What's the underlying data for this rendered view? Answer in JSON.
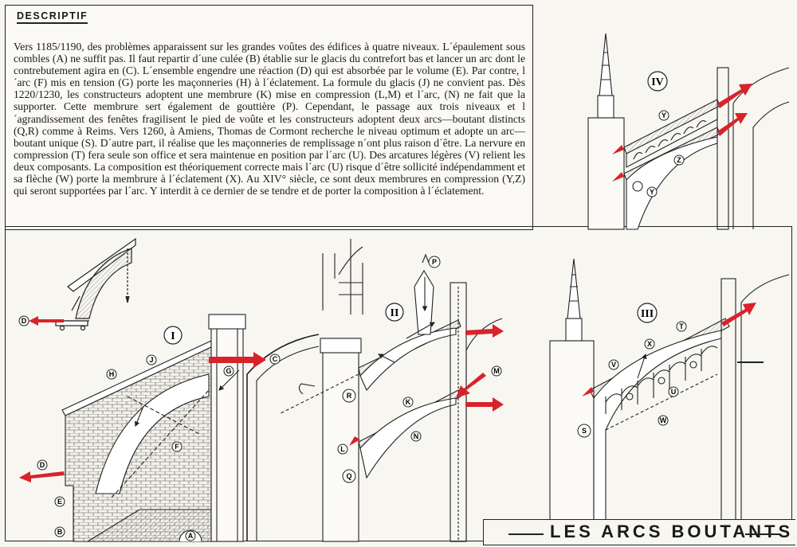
{
  "descriptif": {
    "title": "DESCRIPTIF",
    "text": "Vers 1185/1190, des problèmes apparaissent sur les  grandes voûtes des édifices à quatre niveaux. L´épaulement sous combles (A) ne suffit pas. Il faut repartir d´une culée (B) établie sur le glacis du contrefort bas et lancer un arc dont le contrebutement agira en (C). L´ensemble engendre une réaction (D) qui est absorbée par le volume (E). Par contre, l´arc (F) mis en tension (G) porte les maçonneries (H) à l´éclatement. La formule du glacis (J) ne convient pas. Dès 1220/1230, les constructeurs adoptent une membrure (K) mise en compression (L,M) et l´arc, (N) ne fait que la supporter. Cette membrure sert également de gouttière (P). Cependant, le passage aux trois niveaux et l´agrandissement des fenêtes fragilisent le pied de voûte et les constructeurs adoptent deux arcs—boutant distincts (Q,R) comme à Reims. Vers 1260, à Amiens, Thomas de Cormont recherche le niveau optimum et adopte un arc—boutant unique (S). D´autre part, il réalise que les maçonneries de remplissage n´ont plus raison d´être. La nervure en compression (T) fera seule son office et sera maintenue en position par l´arc (U). Des arcatures légères (V) relient les deux composants. La composition est théoriquement correcte mais l´arc (U) risque d´être sollicité indépendamment et sa flèche (W) porte la membrure à l´éclatement (X). Au XIV° siècle, ce sont deux membrures en compression (Y,Z) qui seront supportées par l´arc. Y interdit à ce dernier de se tendre et de porter la composition à l´éclatement."
  },
  "page_title": "LES ARCS BOUTANTS",
  "colors": {
    "arrow_red": "#d8232a",
    "ink": "#1a1a1a",
    "paper": "#f7f6f1"
  },
  "diagrams": {
    "I": {
      "numeral": "I",
      "labels": [
        "J",
        "H",
        "G",
        "C",
        "F",
        "D",
        "E",
        "B",
        "A"
      ]
    },
    "II": {
      "numeral": "II",
      "labels": [
        "P",
        "R",
        "K",
        "M",
        "N",
        "L",
        "Q"
      ]
    },
    "III": {
      "numeral": "III",
      "labels": [
        "T",
        "X",
        "V",
        "U",
        "W",
        "S"
      ]
    },
    "IV": {
      "numeral": "IV",
      "labels": [
        "Y",
        "Z",
        "Y"
      ]
    },
    "inset": {
      "labels": [
        "D"
      ]
    }
  }
}
